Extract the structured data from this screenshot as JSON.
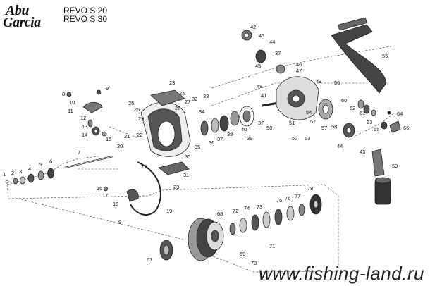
{
  "brand": {
    "line1": "Abu",
    "line2": "Garcia"
  },
  "models": [
    "REVO S 20",
    "REVO S 30"
  ],
  "watermark": "www.fishing-land.ru",
  "part_labels": [
    {
      "id": "1",
      "t": "1"
    },
    {
      "id": "2",
      "t": "2"
    },
    {
      "id": "3",
      "t": "3"
    },
    {
      "id": "4",
      "t": "4"
    },
    {
      "id": "5",
      "t": "5"
    },
    {
      "id": "6",
      "t": "6"
    },
    {
      "id": "7",
      "t": "7"
    },
    {
      "id": "8",
      "t": "8"
    },
    {
      "id": "9a",
      "t": "9"
    },
    {
      "id": "9b",
      "t": "9"
    },
    {
      "id": "10",
      "t": "10"
    },
    {
      "id": "11",
      "t": "11"
    },
    {
      "id": "12",
      "t": "12"
    },
    {
      "id": "13",
      "t": "13"
    },
    {
      "id": "14",
      "t": "14"
    },
    {
      "id": "15",
      "t": "15"
    },
    {
      "id": "16",
      "t": "16"
    },
    {
      "id": "17",
      "t": "17"
    },
    {
      "id": "18",
      "t": "18"
    },
    {
      "id": "19",
      "t": "19"
    },
    {
      "id": "20",
      "t": "20"
    },
    {
      "id": "21",
      "t": "21"
    },
    {
      "id": "22",
      "t": "22"
    },
    {
      "id": "23a",
      "t": "23"
    },
    {
      "id": "23b",
      "t": "23"
    },
    {
      "id": "24",
      "t": "24"
    },
    {
      "id": "25",
      "t": "25"
    },
    {
      "id": "26",
      "t": "26"
    },
    {
      "id": "27",
      "t": "27"
    },
    {
      "id": "28",
      "t": "28"
    },
    {
      "id": "29a",
      "t": "29"
    },
    {
      "id": "29b",
      "t": "29"
    },
    {
      "id": "30",
      "t": "30"
    },
    {
      "id": "31",
      "t": "31"
    },
    {
      "id": "32",
      "t": "32"
    },
    {
      "id": "33",
      "t": "33"
    },
    {
      "id": "34",
      "t": "34"
    },
    {
      "id": "35",
      "t": "35"
    },
    {
      "id": "36",
      "t": "36"
    },
    {
      "id": "37a",
      "t": "37"
    },
    {
      "id": "37b",
      "t": "37"
    },
    {
      "id": "37c",
      "t": "37"
    },
    {
      "id": "38",
      "t": "38"
    },
    {
      "id": "39",
      "t": "39"
    },
    {
      "id": "40",
      "t": "40"
    },
    {
      "id": "41",
      "t": "41"
    },
    {
      "id": "42",
      "t": "42"
    },
    {
      "id": "43a",
      "t": "43"
    },
    {
      "id": "43b",
      "t": "43"
    },
    {
      "id": "44a",
      "t": "44"
    },
    {
      "id": "44b",
      "t": "44"
    },
    {
      "id": "45",
      "t": "45"
    },
    {
      "id": "46",
      "t": "46"
    },
    {
      "id": "47",
      "t": "47"
    },
    {
      "id": "48",
      "t": "48"
    },
    {
      "id": "49",
      "t": "49"
    },
    {
      "id": "50",
      "t": "50"
    },
    {
      "id": "51",
      "t": "51"
    },
    {
      "id": "52",
      "t": "52"
    },
    {
      "id": "53",
      "t": "53"
    },
    {
      "id": "54",
      "t": "54"
    },
    {
      "id": "55",
      "t": "55"
    },
    {
      "id": "56",
      "t": "56"
    },
    {
      "id": "57a",
      "t": "57"
    },
    {
      "id": "57b",
      "t": "57"
    },
    {
      "id": "58",
      "t": "58"
    },
    {
      "id": "59",
      "t": "59"
    },
    {
      "id": "60",
      "t": "60"
    },
    {
      "id": "61",
      "t": "61"
    },
    {
      "id": "62",
      "t": "62"
    },
    {
      "id": "63",
      "t": "63"
    },
    {
      "id": "64",
      "t": "64"
    },
    {
      "id": "65",
      "t": "65"
    },
    {
      "id": "66",
      "t": "66"
    },
    {
      "id": "67",
      "t": "67"
    },
    {
      "id": "68",
      "t": "68"
    },
    {
      "id": "69",
      "t": "69"
    },
    {
      "id": "70",
      "t": "70"
    },
    {
      "id": "71",
      "t": "71"
    },
    {
      "id": "72",
      "t": "72"
    },
    {
      "id": "73",
      "t": "73"
    },
    {
      "id": "74",
      "t": "74"
    },
    {
      "id": "75",
      "t": "75"
    },
    {
      "id": "76",
      "t": "76"
    },
    {
      "id": "77",
      "t": "77"
    },
    {
      "id": "78",
      "t": "78"
    }
  ]
}
